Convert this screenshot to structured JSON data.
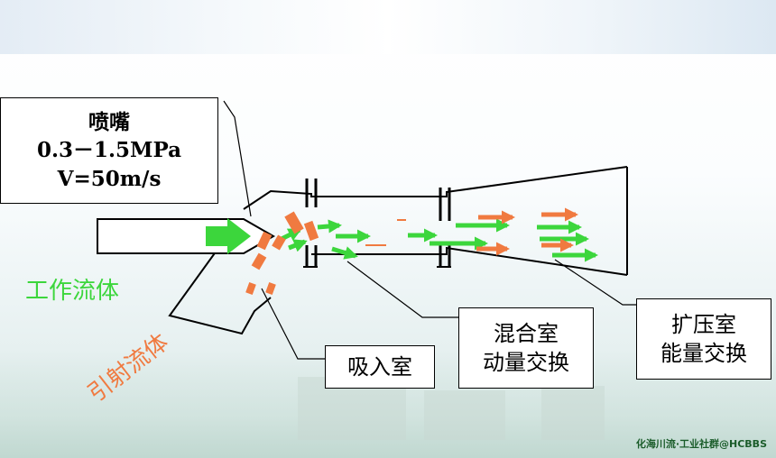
{
  "nozzle": {
    "lines": [
      "喷嘴",
      "0.3－1.5MPa",
      "V=50m/s"
    ]
  },
  "suction_chamber": {
    "label": "吸入室"
  },
  "mixing_chamber": {
    "lines": [
      "混合室",
      "动量交换"
    ]
  },
  "diffuser": {
    "lines": [
      "扩压室",
      "能量交换"
    ]
  },
  "working_fluid": {
    "label": "工作流体",
    "color": "#3cd63c"
  },
  "ejected_fluid": {
    "label": "引射流体",
    "color": "#f07a40"
  },
  "watermark": "化海川流·工业社群@HCBBS"
}
